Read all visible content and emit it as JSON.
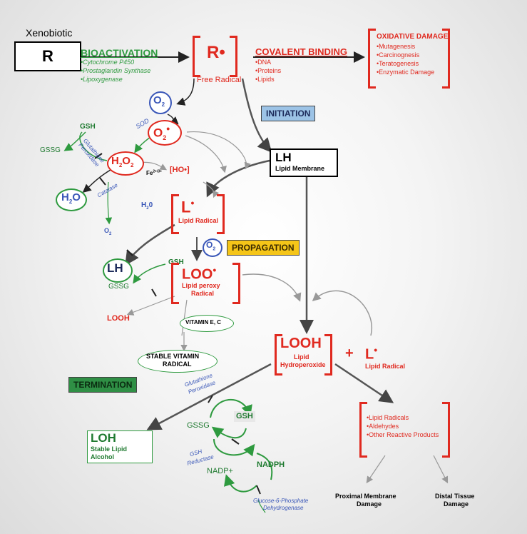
{
  "xenobiotic": {
    "label": "Xenobiotic",
    "symbol": "R"
  },
  "bioactivation": {
    "title": "BIOACTIVATION",
    "items": [
      "•Cytochrome P450",
      "•Prostaglandin Synthase",
      "•Lipoxygenase"
    ]
  },
  "free_radical": {
    "symbol": "R",
    "dot": "•",
    "label": "Free Radical"
  },
  "covalent": {
    "title": "COVALENT BINDING",
    "items": [
      "•DNA",
      "•Proteins",
      "•Lipids"
    ]
  },
  "oxidative": {
    "title": "OXIDATIVE DAMAGE",
    "items": [
      "•Mutagenesis",
      "•Carcinognesis",
      "•Teratogenesis",
      "•Enzymatic Damage"
    ]
  },
  "o2": "O",
  "o2_sub": "2",
  "superoxide": {
    "symbol": "O",
    "sub": "2",
    "dot": "•"
  },
  "sod": "SOD",
  "gsh": "GSH",
  "gssg": "GSSG",
  "glutathione_peroxidase": "Glutathione Peroxidase",
  "h2o2": {
    "h": "H",
    "s1": "2",
    "o": "O",
    "s2": "2"
  },
  "hydroxyl": "[HO•]",
  "fe": "Fe",
  "fe_sup": "2+/3+",
  "water": {
    "h": "H",
    "s": "2",
    "o": "O"
  },
  "catalase": "Catalase",
  "water2": {
    "h": "H",
    "s": "2",
    "o": "0"
  },
  "o2b": {
    "o": "O",
    "s": "2"
  },
  "initiation": "INITIATION",
  "lh": {
    "symbol": "LH",
    "label": "Lipid Membrane"
  },
  "lipid_radical": {
    "symbol": "L",
    "dot": "•",
    "label": "Lipid Radical"
  },
  "propagation": "PROPAGATION",
  "lh_circle": "LH",
  "loo": {
    "symbol": "LOO",
    "dot": "•",
    "label1": "Lipid peroxy",
    "label2": "Radical"
  },
  "looh_small": "LOOH",
  "vitamin": "VITAMIN E, C",
  "stable_vitamin": {
    "line1": "STABLE VITAMIN",
    "line2": "RADICAL"
  },
  "termination": "TERMINATION",
  "looh": {
    "symbol": "LOOH",
    "label1": "Lipid",
    "label2": "Hydroperoxide"
  },
  "plus": "+",
  "l_radical2": {
    "symbol": "L",
    "dot": "•",
    "label": "Lipid Radical"
  },
  "glut_perox2": {
    "line1": "Glutathione",
    "line2": "Peroxidase"
  },
  "gsh2": "GSH",
  "gssg2": "GSSG",
  "gsh_reductase": {
    "line1": "GSH",
    "line2": "Reductase"
  },
  "nadp": "NADP+",
  "nadph": "NADPH",
  "g6pd": {
    "line1": "Glucose-6-Phosphate",
    "line2": "Dehydrogenase"
  },
  "loh": {
    "symbol": "LOH",
    "line1": "Stable Lipid",
    "line2": "Alcohol"
  },
  "products": [
    "•Lipid Radicals",
    "•Aldehydes",
    "•Other Reactive Products"
  ],
  "proximal": {
    "line1": "Proximal Membrane",
    "line2": "Damage"
  },
  "distal": {
    "line1": "Distal Tissue",
    "line2": "Damage"
  },
  "colors": {
    "red": "#e0291f",
    "green": "#2e9a3f",
    "blue": "#3a57b8",
    "initiation_bg": "#9cc3e6",
    "propagation_bg": "#f5c518",
    "termination_bg": "#2f8f45"
  }
}
